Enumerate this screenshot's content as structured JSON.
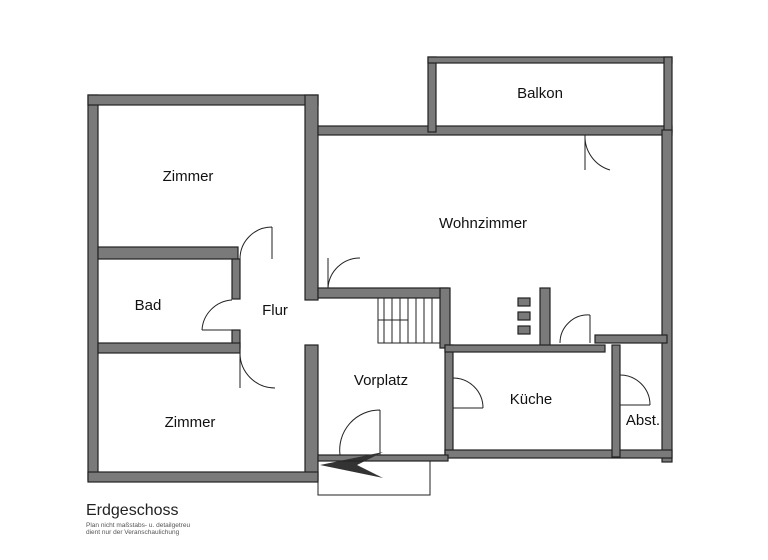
{
  "title": "Erdgeschoss",
  "note_lines": [
    "Plan nicht maßstabs- u. detailgetreu",
    "dient nur der Veranschaulichung"
  ],
  "rooms": {
    "balkon": "Balkon",
    "zimmer_top": "Zimmer",
    "wohnzimmer": "Wohnzimmer",
    "bad": "Bad",
    "flur": "Flur",
    "vorplatz": "Vorplatz",
    "kueche": "Küche",
    "abst": "Abst.",
    "zimmer_bottom": "Zimmer"
  }
}
